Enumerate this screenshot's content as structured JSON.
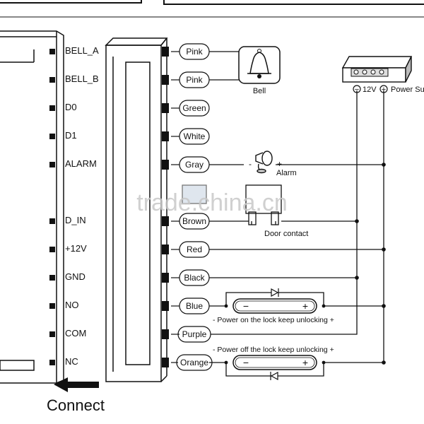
{
  "terminals": [
    "BELL_A",
    "BELL_B",
    "D0",
    "D1",
    "ALARM",
    "",
    "D_IN",
    "+12V",
    "GND",
    "NO",
    "COM",
    "NC"
  ],
  "wires": [
    "Pink",
    "Pink",
    "Green",
    "White",
    "Gray",
    "",
    "Brown",
    "Red",
    "Black",
    "Blue",
    "Purple",
    "Orange"
  ],
  "bell_label": "Bell",
  "alarm": {
    "label": "Alarm",
    "minus": "-",
    "plus": "+"
  },
  "door_contact_label": "Door contact",
  "power_supply": {
    "label": "Power Su",
    "minus": "−",
    "voltage": "12V",
    "plus": "+"
  },
  "notes": {
    "power_on": "- Power on the lock keep unlocking +",
    "power_off": "- Power off the lock keep unlocking +"
  },
  "lock_minus": "−",
  "lock_plus": "+",
  "connect_label": "Connect",
  "watermark": "trade.china.cn",
  "colors": {
    "ink": "#111111",
    "watermark": "#c8c8c8"
  }
}
